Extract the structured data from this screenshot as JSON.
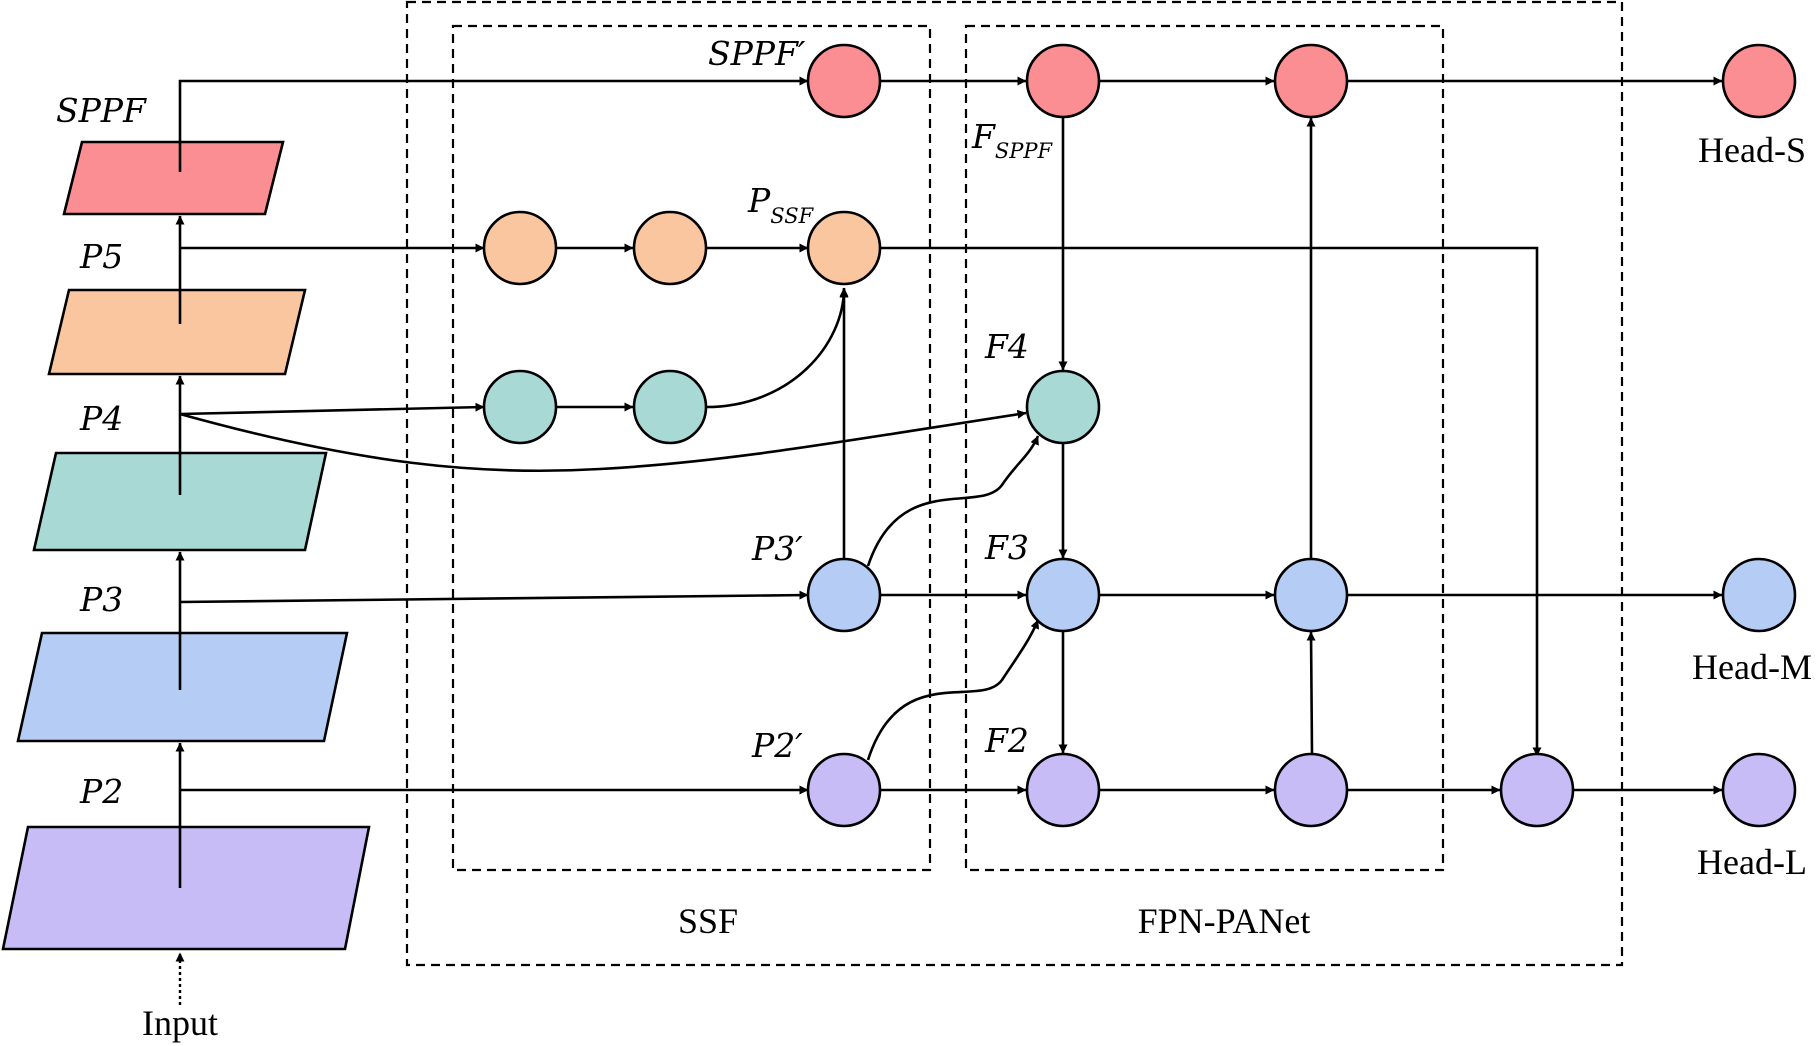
{
  "colors": {
    "sppf": "#fa8e92",
    "p5": "#f9c6a0",
    "p4": "#a8d9d5",
    "p3": "#b5ccf5",
    "p2": "#c8bcf6",
    "line": "#000000"
  },
  "backbone": {
    "sppf": "SPPF",
    "p5": "P5",
    "p4": "P4",
    "p3": "P3",
    "p2": "P2",
    "input": "Input"
  },
  "ssf": {
    "title": "SSF",
    "sppf_prime": "SPPF′",
    "p_ssf_main": "P",
    "p_ssf_sub": "SSF",
    "p3_prime": "P3′",
    "p2_prime": "P2′"
  },
  "fpn": {
    "title": "FPN-PANet",
    "f_sppf_main": "F",
    "f_sppf_sub": "SPPF",
    "f4": "F4",
    "f3": "F3",
    "f2": "F2"
  },
  "heads": {
    "s": "Head-S",
    "m": "Head-M",
    "l": "Head-L"
  }
}
